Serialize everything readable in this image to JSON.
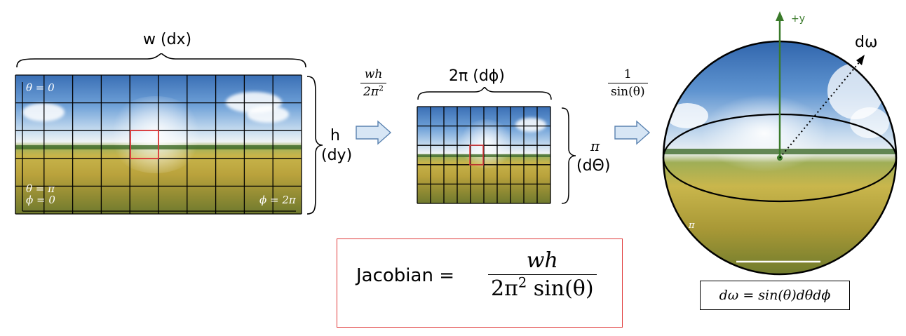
{
  "left_panel": {
    "width_label": "w (dx)",
    "height_label_h": "h",
    "height_label_dy": "(dy)",
    "theta0": "θ = 0",
    "thetapi": "θ = π",
    "phi0": "ϕ = 0",
    "phi2pi": "ϕ = 2π"
  },
  "arrow1": {
    "num": "wh",
    "den_base": "2π",
    "den_exp": "2"
  },
  "middle_panel": {
    "width_label": "2π (dϕ)",
    "height_label_pi": "π",
    "height_label_dtheta": "(dΘ)"
  },
  "arrow2": {
    "num": "1",
    "den": "sin(θ)"
  },
  "sphere": {
    "y_label": "+y",
    "dw_label": "dω",
    "pi_label": "π",
    "formula": "dω = sin(θ)dθdϕ"
  },
  "jacobian": {
    "label": "Jacobian =",
    "num": "wh",
    "den_base": "2π",
    "den_exp": "2",
    "den_rest": "sin(θ)"
  },
  "colors": {
    "grid": "#000000",
    "highlight": "#e03a3a",
    "axis": "#3a7a2a",
    "arrow_fill": "#d7e6f5",
    "arrow_stroke": "#5a82b0"
  }
}
